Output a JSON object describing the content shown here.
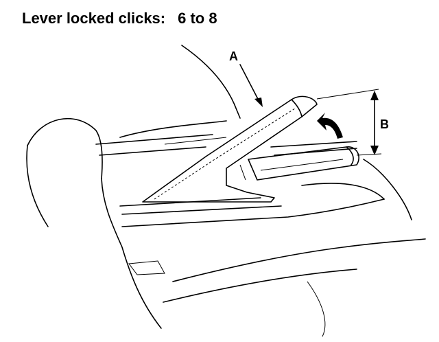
{
  "heading": {
    "label": "Lever locked clicks:",
    "value": "6 to 8"
  },
  "callouts": {
    "a": "A",
    "b": "B"
  }
}
